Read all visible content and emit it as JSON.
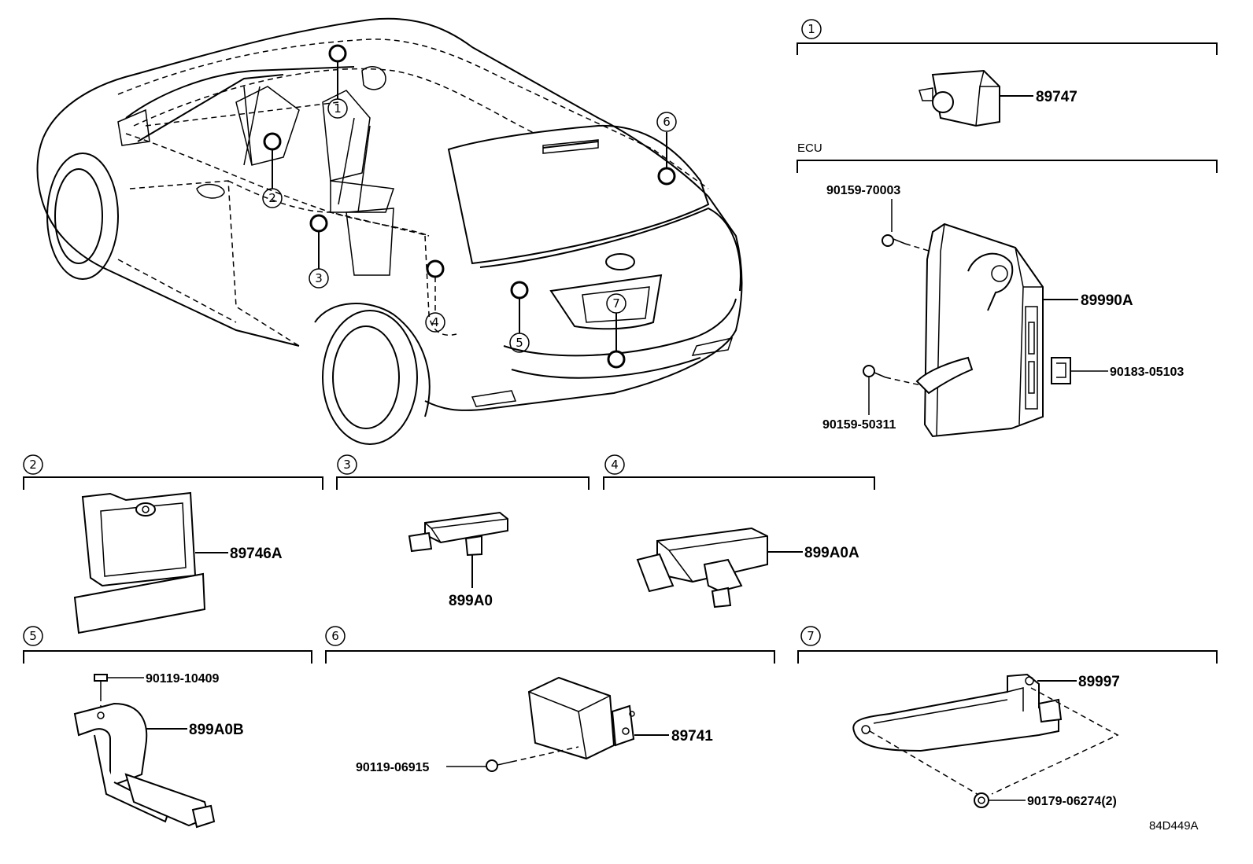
{
  "callouts": [
    "1",
    "2",
    "3",
    "4",
    "5",
    "6",
    "7"
  ],
  "ecu_label": "ECU",
  "parts": {
    "p89747": "89747",
    "p89990A": "89990A",
    "p90159_70003": "90159-70003",
    "p90183_05103": "90183-05103",
    "p90159_50311": "90159-50311",
    "p89746A": "89746A",
    "p899A0": "899A0",
    "p899A0A": "899A0A",
    "p90119_10409": "90119-10409",
    "p899A0B": "899A0B",
    "p90119_06915": "90119-06915",
    "p89741": "89741",
    "p89997": "89997",
    "p90179_06274": "90179-06274(2)"
  },
  "diagram_code": "84D449A"
}
